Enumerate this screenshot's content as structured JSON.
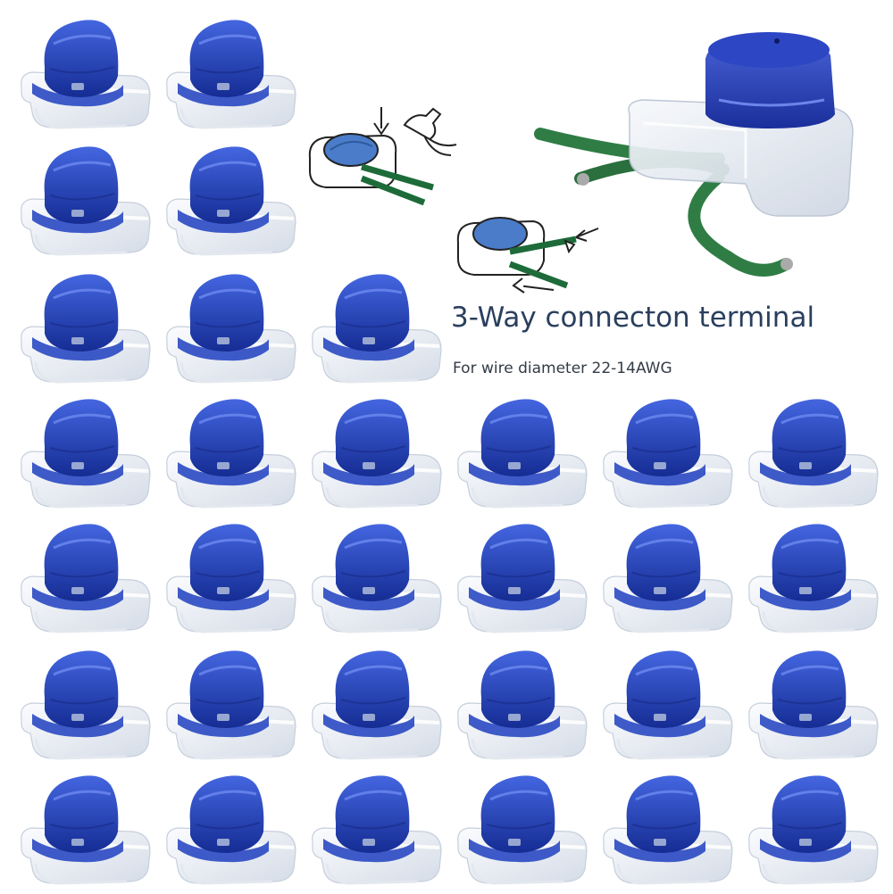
{
  "headline": "3-Way connecton terminal",
  "subheadline": "For wire diameter 22-14AWG",
  "colors": {
    "connector_blue": "#1f3fbf",
    "connector_blue_dark": "#152c93",
    "connector_blue_light": "#4466e0",
    "housing_clear": "#e9edf3",
    "wire_green": "#2f7d45",
    "diagram_blue": "#4a7cc9",
    "text_dark": "#2a3f5e"
  },
  "grid": {
    "rows": 7,
    "columns": 6,
    "row_counts": [
      2,
      2,
      3,
      6,
      6,
      6,
      6
    ],
    "total_connectors": 31
  },
  "icons": {
    "plier": "plier-icon",
    "down_arrow": "arrow-down-icon",
    "left_arrow": "arrow-left-icon"
  }
}
